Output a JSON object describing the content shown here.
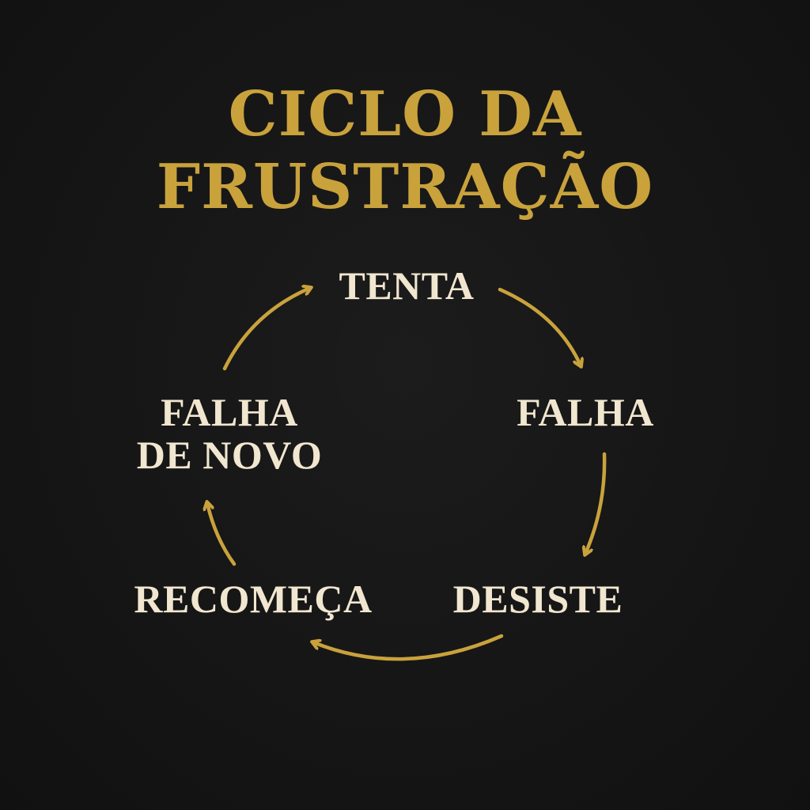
{
  "colors": {
    "background": "#151515",
    "title": "#c9a23c",
    "node_text": "#f1e6cf",
    "arrow": "#c9a23c"
  },
  "title": {
    "line1": "CICLO DA",
    "line2": "FRUSTRAÇÃO"
  },
  "cycle": {
    "step1": "TENTA",
    "step2": "FALHA",
    "step3": "DESISTE",
    "step4": "RECOMEÇA",
    "step5_line1": "FALHA",
    "step5_line2": "DE NOVO"
  }
}
